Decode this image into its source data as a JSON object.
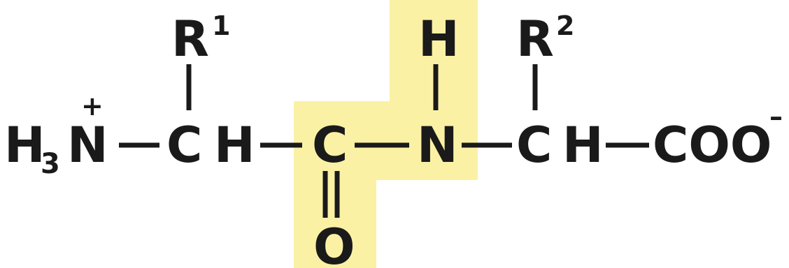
{
  "colors": {
    "highlight": "#fbf1a4",
    "ink": "#1a1a1a",
    "background": "#ffffff"
  },
  "amino_terminus": {
    "h": "H",
    "sub": "3",
    "n": "N",
    "charge": "+"
  },
  "alpha_carbon_1": {
    "c": "C",
    "h": "H"
  },
  "side_chain_1": {
    "r": "R",
    "index": "1"
  },
  "peptide_bond": {
    "carbonyl_c": "C",
    "carbonyl_o": "O",
    "amide_n": "N",
    "amide_h": "H"
  },
  "alpha_carbon_2": {
    "c": "C",
    "h": "H"
  },
  "side_chain_2": {
    "r": "R",
    "index": "2"
  },
  "carboxyl_terminus": {
    "group": "COO",
    "charge": "–"
  }
}
